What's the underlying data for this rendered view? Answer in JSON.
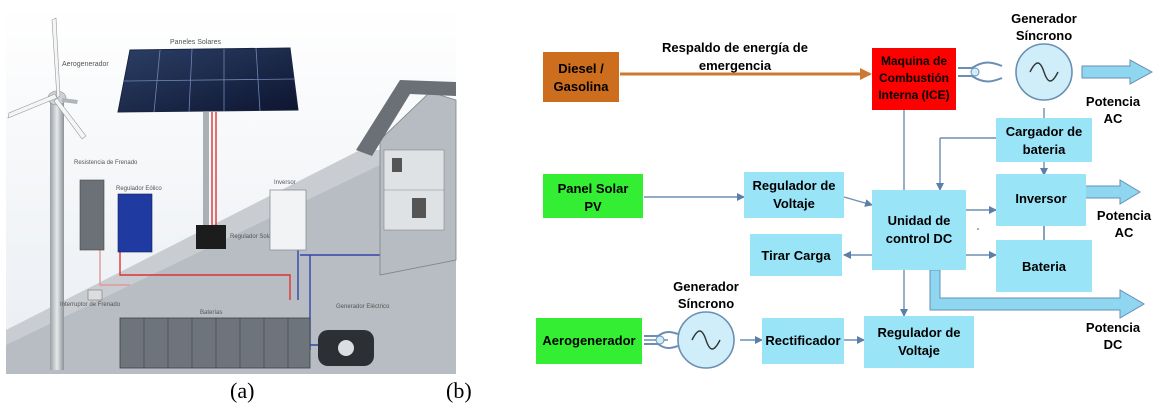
{
  "captions": {
    "a": "(a)",
    "b": "(b)"
  },
  "illustration": {
    "labels": {
      "wind_turbine": "Aerogenerador",
      "solar_panels": "Paneles Solares",
      "dump_resistor": "Resistencia de Frenado",
      "wind_regulator": "Regulador Eólico",
      "solar_regulator": "Regulador Solar",
      "inverter": "Inversor",
      "brake_switch": "Interruptor de Frenado",
      "batteries": "Baterías",
      "generator": "Generador Eléctrico"
    }
  },
  "diagram": {
    "diesel": [
      "Diesel /",
      "Gasolina"
    ],
    "backup_label": [
      "Respaldo de energía de",
      "emergencia"
    ],
    "ice": [
      "Maquina de",
      "Combustión",
      "Interna (ICE)"
    ],
    "sync_gen_top": [
      "Generador",
      "Síncrono"
    ],
    "ac_power_top": [
      "Potencia",
      "AC"
    ],
    "charger": [
      "Cargador de",
      "bateria"
    ],
    "solar": [
      "Panel Solar",
      "PV"
    ],
    "voltage_reg_top": [
      "Regulador de",
      "Voltaje"
    ],
    "control_unit": [
      "Unidad de",
      "control DC"
    ],
    "inverter": "Inversor",
    "ac_power_mid": [
      "Potencia",
      "AC"
    ],
    "dump_load": "Tirar Carga",
    "battery": "Bateria",
    "sync_gen_bottom": [
      "Generador",
      "Síncrono"
    ],
    "wind": "Aerogenerador",
    "rectifier": "Rectificador",
    "voltage_reg_bottom": [
      "Regulador de",
      "Voltaje"
    ],
    "dc_power": [
      "Potencia",
      "DC"
    ],
    "colors": {
      "diesel": "#cc6e1e",
      "ice": "#ff0000",
      "source_green": "#33ee33",
      "block_blue": "#99e4f7",
      "wire": "#6a8fb3",
      "arrow_orange": "#cc7a33"
    }
  }
}
